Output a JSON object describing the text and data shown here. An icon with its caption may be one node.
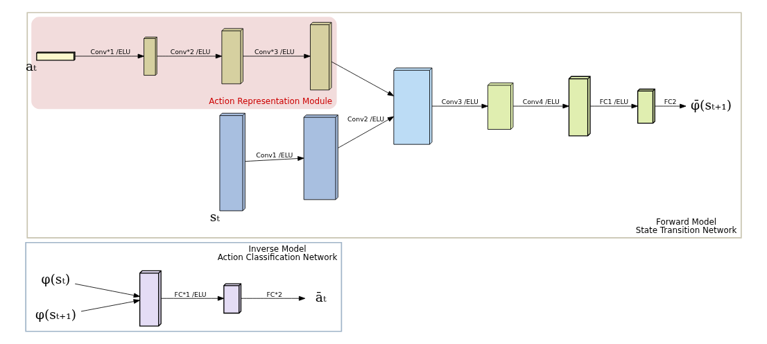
{
  "diagram": {
    "nodes": [
      {
        "text": [
          "Inverse Model",
          "Action Classification Network"
        ]
      },
      {
        "text": [
          "φ(sₜ)"
        ],
        "in": 0
      },
      {
        "text": [
          "φ(sₜ₊₁)"
        ],
        "in": 0
      },
      {
        "text": [],
        "shape": "bar",
        "in": 0
      },
      {
        "text": [],
        "shape": "bar",
        "in": 0
      },
      {
        "text": [
          "āₜ"
        ],
        "in": 0
      },
      {
        "text": [
          "Forward Model",
          "State Transition Network"
        ]
      },
      {
        "text": [
          "Action Representation Module"
        ],
        "in": 6
      },
      {
        "text": [],
        "shape": "bar",
        "beside": [
          "aₜ"
        ],
        "in": 7
      },
      {
        "text": [],
        "shape": "box",
        "in": 7
      },
      {
        "text": [],
        "shape": "box",
        "in": 7
      },
      {
        "text": [],
        "shape": "box",
        "in": 7
      },
      {
        "text": [],
        "shape": "box",
        "beside": [
          "sₜ"
        ],
        "in": 6
      },
      {
        "text": [],
        "shape": "box",
        "in": 6
      },
      {
        "text": [],
        "shape": "box",
        "in": 6
      },
      {
        "text": [],
        "shape": "box",
        "in": 6
      },
      {
        "text": [],
        "shape": "bar",
        "in": 6
      },
      {
        "text": [],
        "shape": "bar",
        "in": 6
      },
      {
        "text": [
          "φ̄(sₜ₊₁)"
        ],
        "in": 6
      }
    ],
    "edges": [
      {
        "from": 1,
        "to": 3,
        "arrow": "to"
      },
      {
        "from": 2,
        "to": 3,
        "arrow": "to"
      },
      {
        "from": 3,
        "to": 4,
        "arrow": "to",
        "label": "FC*1 /ELU"
      },
      {
        "from": 4,
        "to": 5,
        "arrow": "to",
        "label": "FC*2"
      },
      {
        "from": 8,
        "to": 9,
        "arrow": "to",
        "label": "Conv*1 /ELU"
      },
      {
        "from": 9,
        "to": 10,
        "arrow": "to",
        "label": "Conv*2 /ELU"
      },
      {
        "from": 10,
        "to": 11,
        "arrow": "to",
        "label": "Conv*3 /ELU"
      },
      {
        "from": 11,
        "to": 14,
        "arrow": "to"
      },
      {
        "from": 12,
        "to": 13,
        "arrow": "to",
        "label": "Conv1 /ELU"
      },
      {
        "from": 13,
        "to": 14,
        "arrow": "to",
        "label": "Conv2 /ELU"
      },
      {
        "from": 14,
        "to": 15,
        "arrow": "to",
        "label": "Conv3 /ELU"
      },
      {
        "from": 15,
        "to": 16,
        "arrow": "to",
        "label": "Conv4 /ELU"
      },
      {
        "from": 16,
        "to": 17,
        "arrow": "to",
        "label": "FC1 /ELU"
      },
      {
        "from": 17,
        "to": 18,
        "arrow": "to",
        "label": "FC2"
      }
    ]
  }
}
